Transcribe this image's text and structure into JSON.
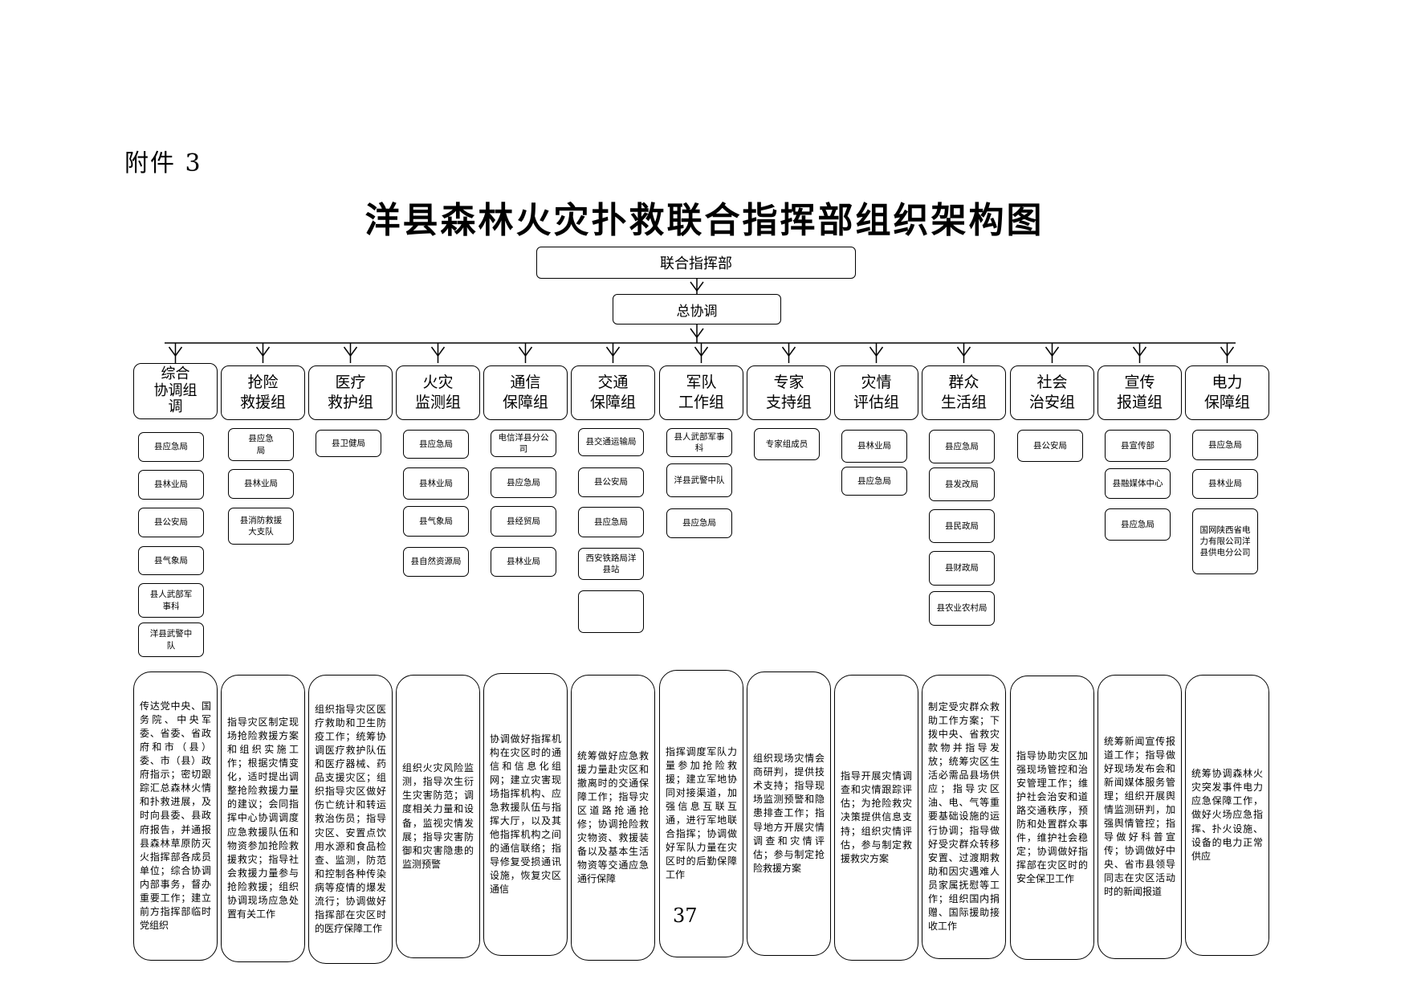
{
  "attachment_label": "附件 3",
  "title": "洋县森林火灾扑救联合指挥部组织架构图",
  "root": "联合指挥部",
  "coordinator": "总协调",
  "groups": [
    {
      "name": "综合\n协调组\n调",
      "members": [
        "县应急局",
        "县林业局",
        "县公安局",
        "县气象局",
        "县人武部军\n事科",
        "洋县武警中\n队"
      ],
      "duties": "传达党中央、国务院、中央军委、省委、省政府和市（县）委、市（县）政府指示；密切跟踪汇总森林火情和扑救进展，及时向县委、县政府报告，并通报县森林草原防灭火指挥部各成员单位；综合协调内部事务，督办重要工作；建立前方指挥部临时党组织"
    },
    {
      "name": "抢险\n救援组",
      "members": [
        "县应急\n局",
        "县林业局",
        "县消防救援\n大支队"
      ],
      "duties": "指导灾区制定现场抢险救援方案和组织实施工作；根据灾情变化，适时提出调整抢险救援力量的建议；会同指挥中心协调调度应急救援队伍和物资参加抢险救援救灾；指导社会救援力量参与抢险救援；组织协调现场应急处置有关工作"
    },
    {
      "name": "医疗\n救护组",
      "members": [
        "县卫健局"
      ],
      "duties": "组织指导灾区医疗救助和卫生防疫工作；统筹协调医疗救护队伍和医疗器械、药品支援灾区；组织指导灾区做好伤亡统计和转运救治伤员；指导灾区、安置点饮用水源和食品检查、监测，防范和控制各种传染病等疫情的爆发流行；协调做好指挥部在灾区时的医疗保障工作"
    },
    {
      "name": "火灾\n监测组",
      "members": [
        "县应急局",
        "县林业局",
        "县气象局",
        "县自然资源局"
      ],
      "duties": "组织火灾风险监测，指导次生衍生灾害防范；调度相关力量和设备，监视灾情发展；指导灾害防御和灾害隐患的监测预警"
    },
    {
      "name": "通信\n保障组",
      "members": [
        "电信洋县分公\n司",
        "县应急局",
        "县经贸局",
        "县林业局"
      ],
      "duties": "协调做好指挥机构在灾区时的通信和信息化组网；建立灾害现场指挥机构、应急救援队伍与指挥大厅，以及其他指挥机构之间的通信联络；指导修复受损通讯设施，恢复灾区通信"
    },
    {
      "name": "交通\n保障组",
      "members": [
        "县交通运输局",
        "县公安局",
        "县应急局",
        "西安铁路局洋\n县站",
        ""
      ],
      "duties": "统筹做好应急救援力量赴灾区和撤离时的交通保障工作；指导灾区道路抢通抢修；协调抢险救灾物资、救援装备以及基本生活物资等交通应急通行保障"
    },
    {
      "name": "军队\n工作组",
      "members": [
        "县人武部军事\n科",
        "洋县武警中队",
        "县应急局"
      ],
      "duties": "指挥调度军队力量参加抢险救援；建立军地协同对接渠道，加强信息互联互通，进行军地联合指挥；协调做好军队力量在灾区时的后勤保障工作"
    },
    {
      "name": "专家\n支持组",
      "members": [
        "专家组成员"
      ],
      "duties": "组织现场灾情会商研判，提供技术支持；指导现场监测预警和隐患排查工作；指导地方开展灾情调查和灾情评估；参与制定抢险救援方案"
    },
    {
      "name": "灾情\n评估组",
      "members": [
        "县林业局",
        "县应急局"
      ],
      "duties": "指导开展灾情调查和灾情跟踪评估；为抢险救灾决策提供信息支持；组织灾情评估，参与制定救援救灾方案"
    },
    {
      "name": "群众\n生活组",
      "members": [
        "县应急局",
        "县发改局",
        "县民政局",
        "县财政局",
        "县农业农村局"
      ],
      "duties": "制定受灾群众救助工作方案；下拨中央、省救灾款物并指导发放；统筹灾区生活必需品县场供应；指导灾区油、电、气等重要基础设施的运行协调；指导做好受灾群众转移安置、过渡期救助和因灾遇难人员家属抚慰等工作；组织国内捐赠、国际援助接收工作"
    },
    {
      "name": "社会\n治安组",
      "members": [
        "县公安局"
      ],
      "duties": "指导协助灾区加强现场管控和治安管理工作；维护社会治安和道路交通秩序，预防和处置群众事件，维护社会稳定；协调做好指挥部在灾区时的安全保卫工作"
    },
    {
      "name": "宣传\n报道组",
      "members": [
        "县宣传部",
        "县融媒体中心",
        "县应急局"
      ],
      "duties": "统筹新闻宣传报道工作；指导做好现场发布会和新闻媒体服务管理；组织开展舆情监测研判，加强舆情管控；指导做好科普宣传；协调做好中央、省市县领导同志在灾区活动时的新闻报道"
    },
    {
      "name": "电力\n保障组",
      "members": [
        "县应急局",
        "县林业局",
        "国网陕西省电\n力有限公司洋\n县供电分公司"
      ],
      "duties": "统筹协调森林火灾突发事件电力应急保障工作，做好火场应急指挥、扑火设施、设备的电力正常供应"
    }
  ],
  "page_number": "37"
}
